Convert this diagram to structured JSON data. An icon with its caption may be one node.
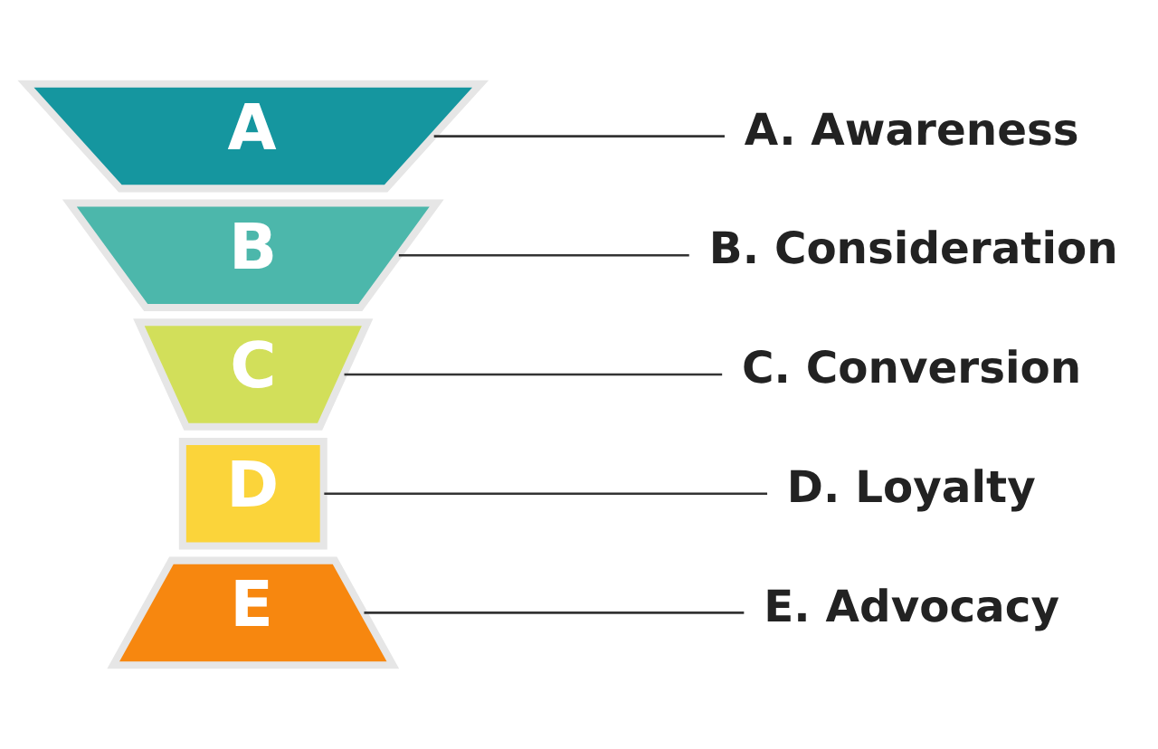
{
  "diagram": {
    "nodes": [
      {
        "text": [
          "A"
        ]
      },
      {
        "text": [
          "B"
        ]
      },
      {
        "text": [
          "C"
        ]
      },
      {
        "text": [
          "D"
        ]
      },
      {
        "text": [
          "E"
        ]
      },
      {
        "text": [
          "A. Awareness"
        ]
      },
      {
        "text": [
          "B. Consideration"
        ]
      },
      {
        "text": [
          "C. Conversion"
        ]
      },
      {
        "text": [
          "D. Loyalty"
        ]
      },
      {
        "text": [
          "E. Advocacy"
        ]
      }
    ],
    "edges": [
      {
        "from": 0,
        "to": 5,
        "arrow": "none"
      },
      {
        "from": 1,
        "to": 6,
        "arrow": "none"
      },
      {
        "from": 2,
        "to": 7,
        "arrow": "none"
      },
      {
        "from": 3,
        "to": 8,
        "arrow": "none"
      },
      {
        "from": 4,
        "to": 9,
        "arrow": "none"
      }
    ]
  }
}
